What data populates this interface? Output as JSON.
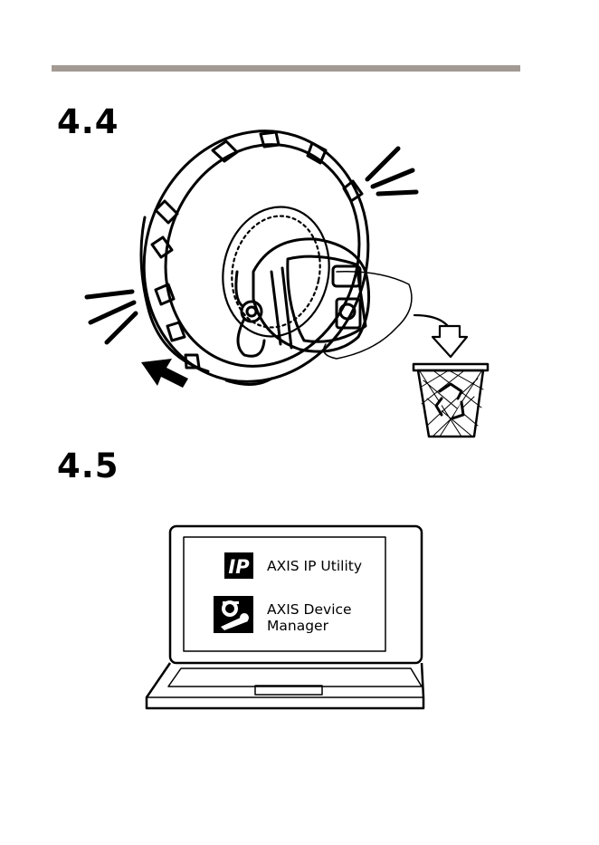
{
  "steps": [
    {
      "number": "4.4"
    },
    {
      "number": "4.5"
    }
  ],
  "apps": [
    {
      "icon": "ip-utility-icon",
      "badge": "IP",
      "label": "AXIS IP Utility"
    },
    {
      "icon": "device-manager-icon",
      "label_line1": "AXIS Device",
      "label_line2": "Manager"
    }
  ],
  "colors": {
    "rule": "#a39a94",
    "ink": "#000000"
  }
}
